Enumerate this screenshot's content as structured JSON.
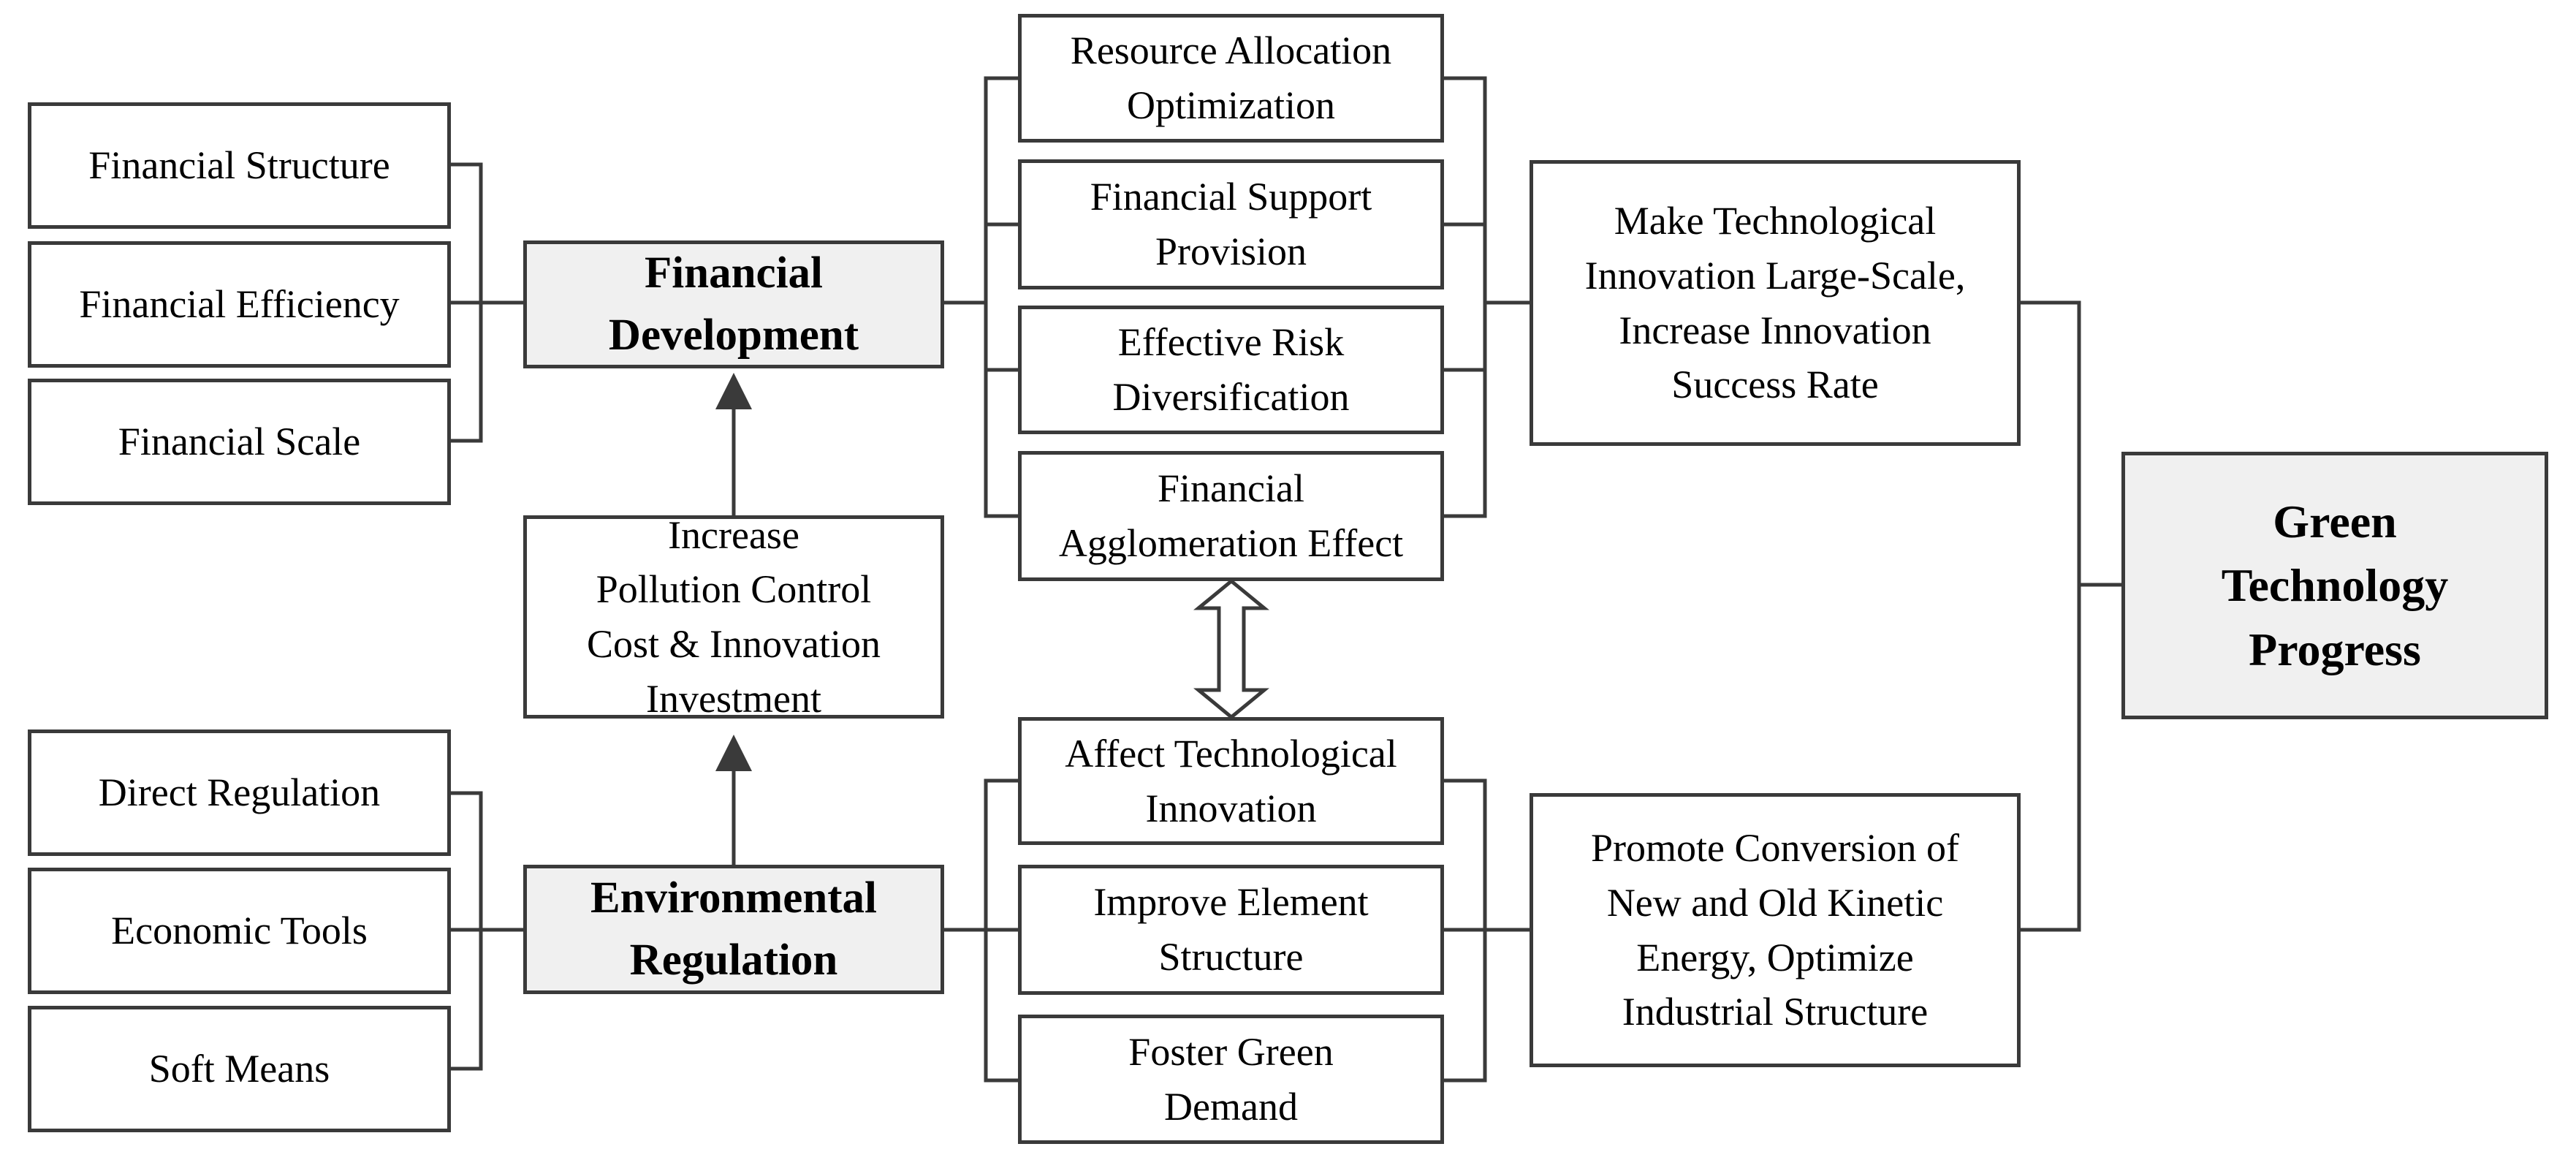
{
  "financial_development": {
    "title": "Financial\nDevelopment",
    "components": {
      "structure": "Financial Structure",
      "efficiency": "Financial Efficiency",
      "scale": "Financial Scale"
    },
    "channels": {
      "resource_allocation": "Resource Allocation\nOptimization",
      "support_provision": "Financial Support\nProvision",
      "risk_diversification": "Effective Risk\nDiversification",
      "agglomeration": "Financial\nAgglomeration Effect"
    },
    "outcome": "Make Technological\nInnovation Large-Scale,\nIncrease Innovation\nSuccess Rate"
  },
  "environmental_regulation": {
    "title": "Environmental\nRegulation",
    "components": {
      "direct": "Direct Regulation",
      "economic": "Economic Tools",
      "soft": "Soft Means"
    },
    "channels": {
      "technological_innovation": "Affect Technological\nInnovation",
      "element_structure": "Improve Element\nStructure",
      "green_demand": "Foster Green\nDemand"
    },
    "outcome": "Promote Conversion of\nNew and Old Kinetic\nEnergy, Optimize\nIndustrial Structure"
  },
  "link": {
    "cost_investment": "Increase\nPollution Control\nCost & Innovation\nInvestment"
  },
  "result": {
    "title": "Green\nTechnology\nProgress"
  },
  "colors": {
    "border": "#3a3a3a",
    "highlight_fill": "#f0f0f0",
    "background": "#ffffff"
  }
}
